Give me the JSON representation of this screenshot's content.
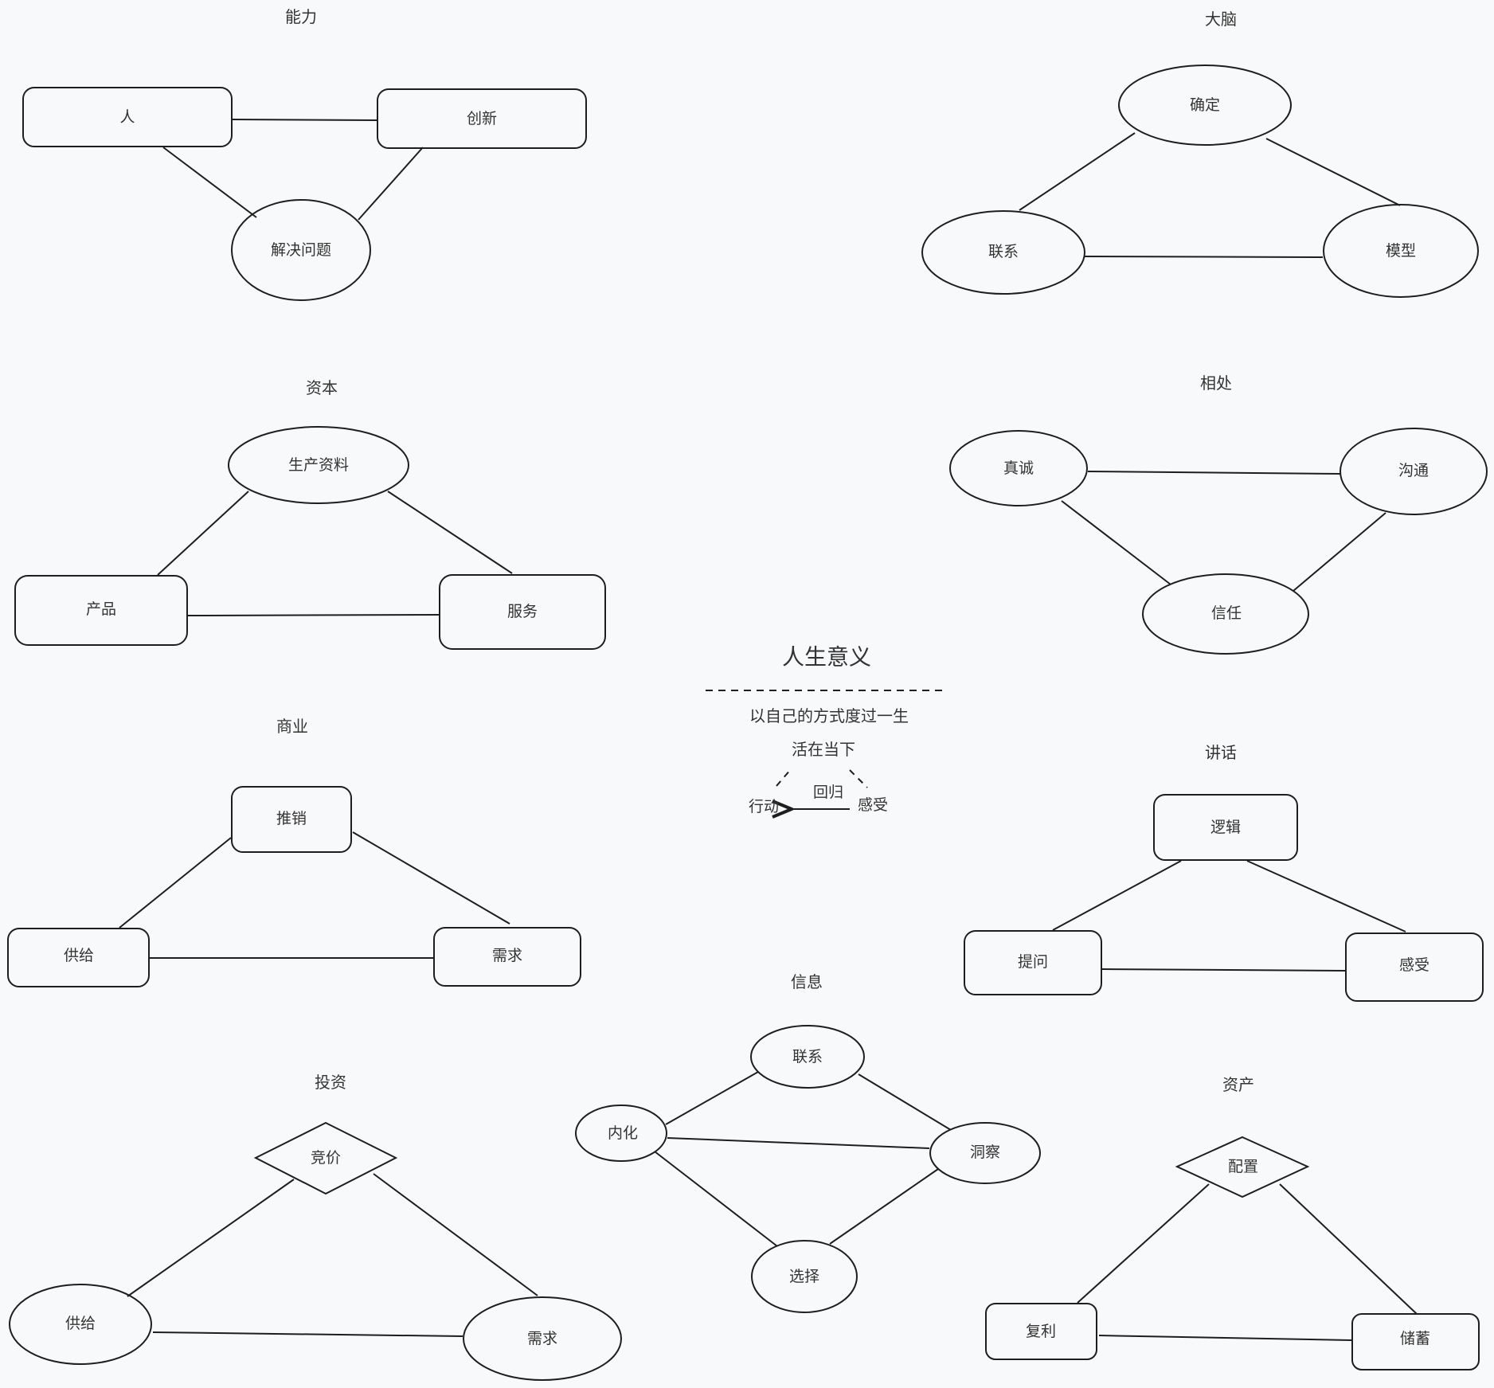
{
  "center": {
    "title": "人生意义",
    "line1": "以自己的方式度过一生",
    "line2": "活在当下",
    "cycle": {
      "left": "行动",
      "middle": "回归",
      "right": "感受"
    }
  },
  "groups": {
    "ability": {
      "title": "能力",
      "a": "人",
      "b": "创新",
      "c": "解决问题"
    },
    "brain": {
      "title": "大脑",
      "a": "确定",
      "b": "联系",
      "c": "模型"
    },
    "capital": {
      "title": "资本",
      "a": "生产资料",
      "b": "产品",
      "c": "服务"
    },
    "getalong": {
      "title": "相处",
      "a": "真诚",
      "b": "沟通",
      "c": "信任"
    },
    "business": {
      "title": "商业",
      "a": "推销",
      "b": "供给",
      "c": "需求"
    },
    "speech": {
      "title": "讲话",
      "a": "逻辑",
      "b": "提问",
      "c": "感受"
    },
    "info": {
      "title": "信息",
      "a": "联系",
      "b": "内化",
      "c": "洞察",
      "d": "选择"
    },
    "invest": {
      "title": "投资",
      "a": "竞价",
      "b": "供给",
      "c": "需求"
    },
    "assets": {
      "title": "资产",
      "a": "配置",
      "b": "复利",
      "c": "储蓄"
    }
  }
}
